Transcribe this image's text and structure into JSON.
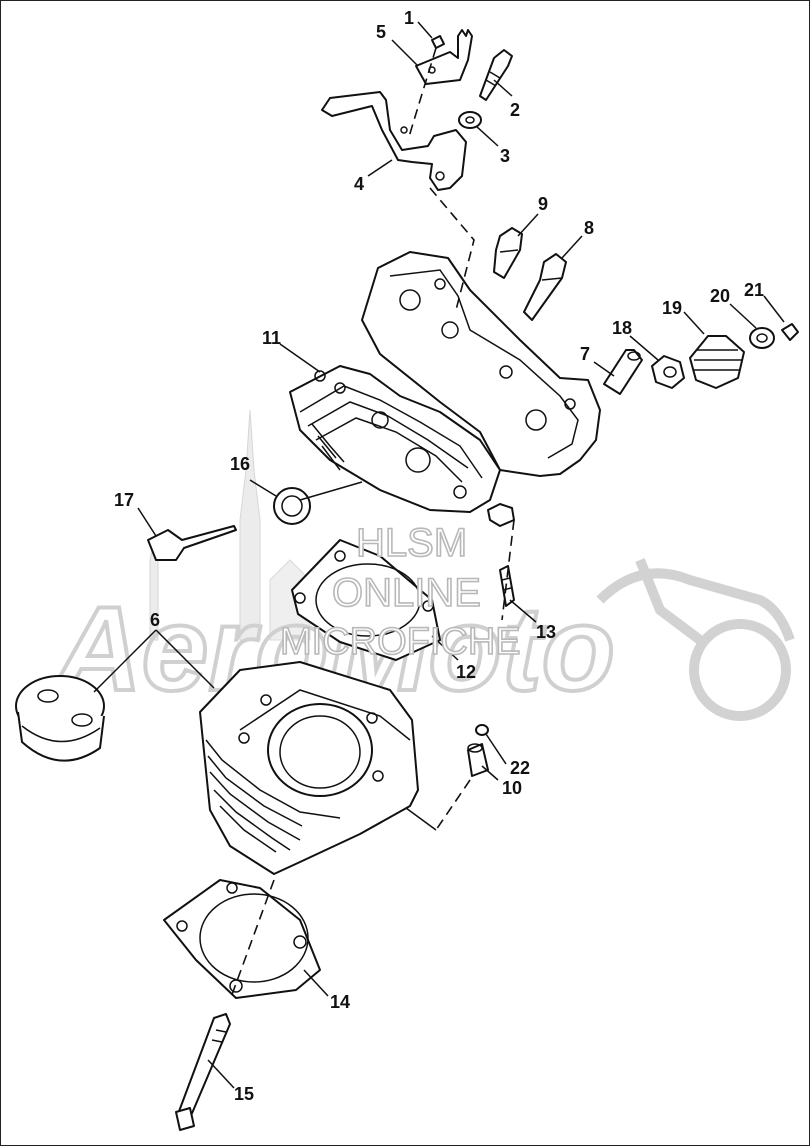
{
  "watermark": {
    "brand": "AeroMoto",
    "stamp_line1": "HLSM",
    "stamp_line2": "ONLINE",
    "stamp_line3": "MICROFICHE"
  },
  "callouts": [
    "1",
    "2",
    "3",
    "4",
    "5",
    "6",
    "7",
    "8",
    "9",
    "10",
    "11",
    "12",
    "13",
    "14",
    "15",
    "16",
    "17",
    "18",
    "19",
    "20",
    "21",
    "22"
  ]
}
